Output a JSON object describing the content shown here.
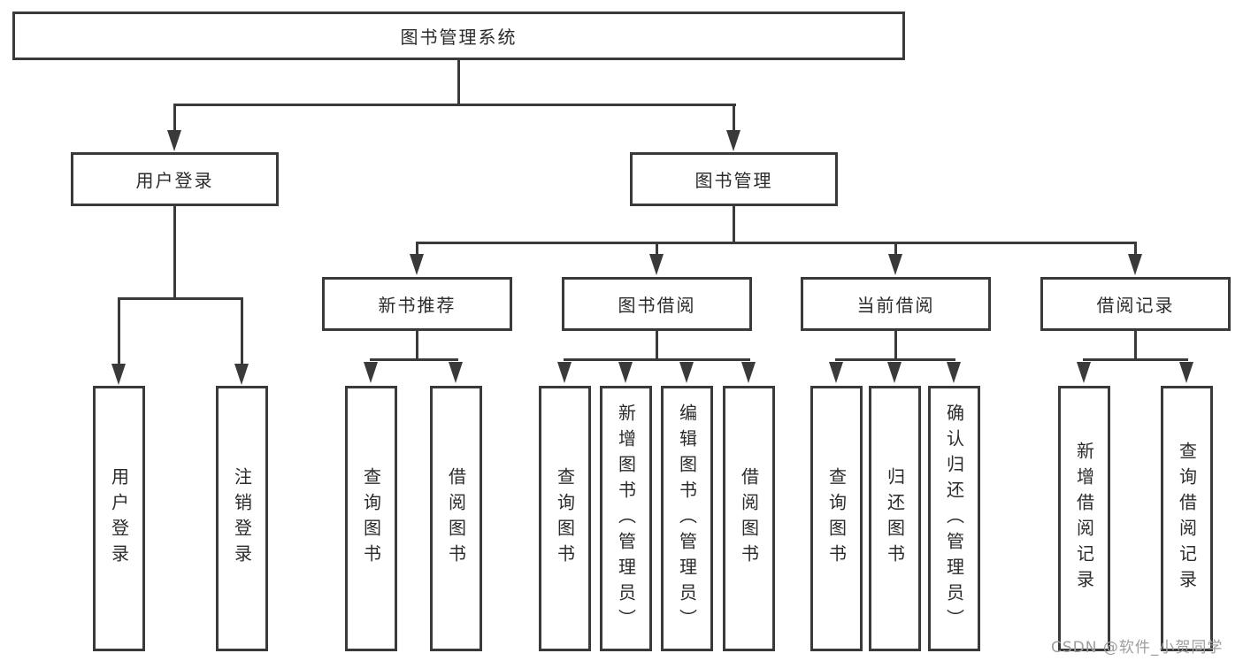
{
  "diagram": {
    "tree": {
      "label": "图书管理系统",
      "children": [
        {
          "label": "用户登录",
          "children": [
            {
              "label": "用户登录"
            },
            {
              "label": "注销登录"
            }
          ]
        },
        {
          "label": "图书管理",
          "children": [
            {
              "label": "新书推荐",
              "children": [
                {
                  "label": "查询图书"
                },
                {
                  "label": "借阅图书"
                }
              ]
            },
            {
              "label": "图书借阅",
              "children": [
                {
                  "label": "查询图书"
                },
                {
                  "label": "新增图书（管理员）"
                },
                {
                  "label": "编辑图书（管理员）"
                },
                {
                  "label": "借阅图书"
                }
              ]
            },
            {
              "label": "当前借阅",
              "children": [
                {
                  "label": "查询图书"
                },
                {
                  "label": "归还图书"
                },
                {
                  "label": "确认归还（管理员）"
                }
              ]
            },
            {
              "label": "借阅记录",
              "children": [
                {
                  "label": "新增借阅记录"
                },
                {
                  "label": "查询借阅记录"
                }
              ]
            }
          ]
        }
      ]
    },
    "line_color": "#3a3a3a"
  },
  "watermark": {
    "text": "CSDN @软件_小贺同学"
  }
}
